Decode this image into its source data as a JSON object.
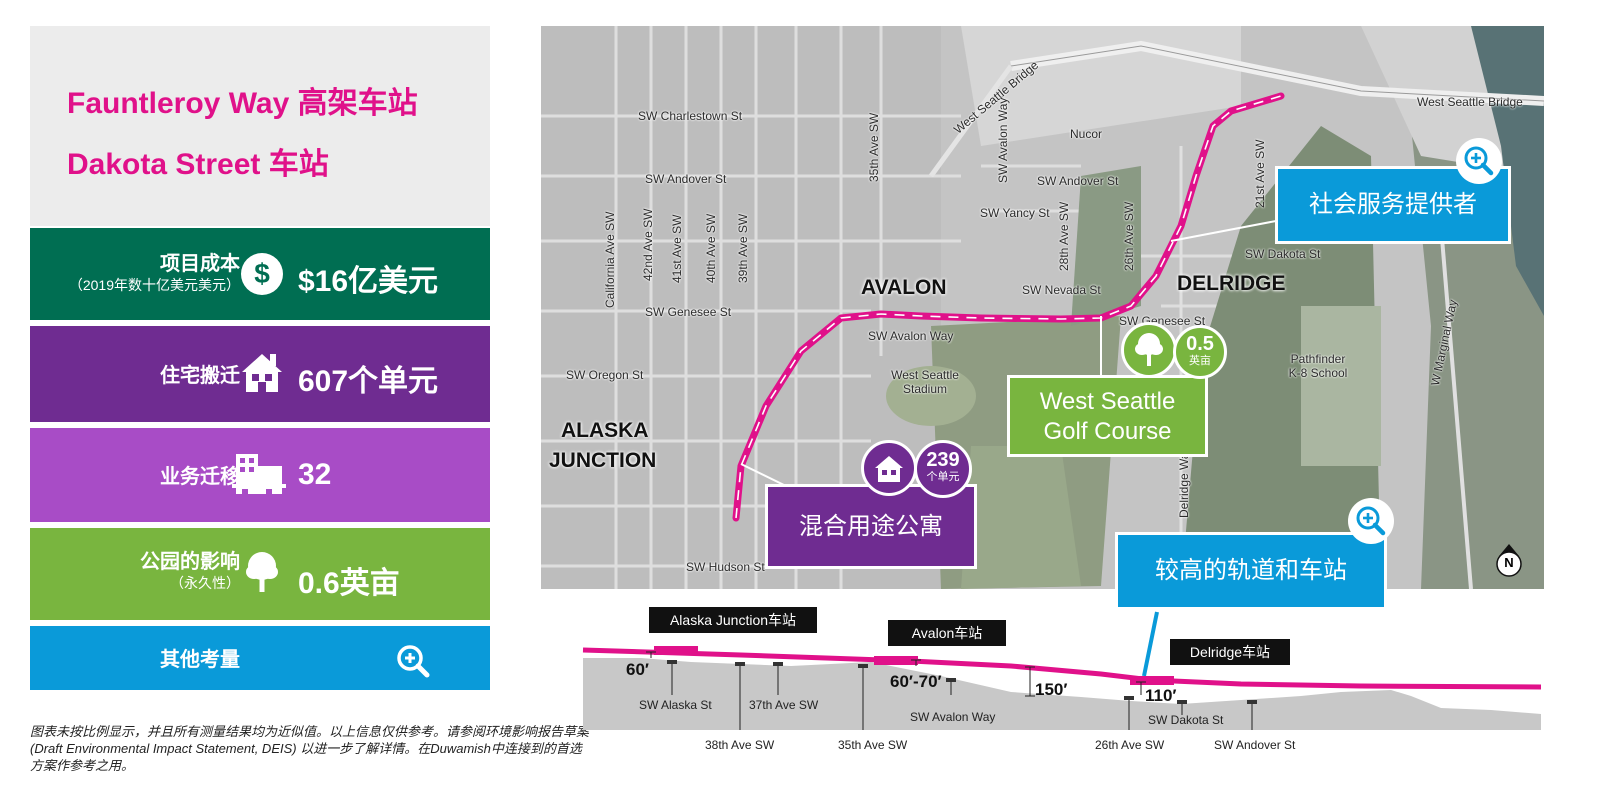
{
  "titles": {
    "line1": "Fauntleroy Way 高架车站",
    "line2": "Dakota Street 车站"
  },
  "stats": {
    "cost": {
      "label": "项目成本",
      "sublabel": "（2019年数十亿美元美元）",
      "value": "$16亿美元",
      "color": "#006e52",
      "icon": "dollar-icon"
    },
    "residential": {
      "label": "住宅搬迁",
      "value": "607个单元",
      "color": "#6f2c91",
      "icon": "house-icon"
    },
    "business": {
      "label": "业务迁移",
      "value": "32",
      "color": "#a84cc6",
      "icon": "building-icon"
    },
    "park": {
      "label": "公园的影响",
      "sublabel": "（永久性）",
      "value": "0.6英亩",
      "color": "#79b53f",
      "icon": "tree-icon"
    },
    "other": {
      "label": "其他考量",
      "color": "#0a9ad9",
      "icon": "zoom-in-icon"
    }
  },
  "footnote": "图表未按比例显示，并且所有测量结果均为近似值。以上信息仅供参考。请参阅环境影响报告草案 (Draft Environmental Impact Statement, DEIS) 以进一步了解详情。在Duwamish中连接到的首选方案作参考之用。",
  "map": {
    "neighborhoods": [
      "AVALON",
      "DELRIDGE",
      "ALASKA",
      "JUNCTION"
    ],
    "streets": [
      "SW Charlestown St",
      "SW Andover St",
      "SW Genesee St",
      "SW Oregon St",
      "SW Hudson St",
      "SW Avalon Way",
      "SW Yancy St",
      "SW Nevada St",
      "SW Genesee St",
      "SW Dakota St",
      "SW Andover St",
      "West Seattle Bridge",
      "West Seattle Bridge",
      "California Ave SW",
      "42nd Ave SW",
      "41st Ave SW",
      "40th Ave SW",
      "39th Ave SW",
      "35th Ave SW",
      "SW Avalon Way",
      "28th Ave SW",
      "26th Ave SW",
      "21st Ave SW",
      "W Marginal Way",
      "Delridge Way"
    ],
    "places": [
      "Nucor",
      "West Seattle Stadium",
      "Pathfinder K-8 School"
    ],
    "callouts": {
      "social": "社会服务提供者",
      "golf": "West Seattle Golf Course",
      "golf_line1": "West Seattle",
      "golf_line2": "Golf Course",
      "apartments": "混合用途公寓",
      "units_value": "239",
      "units_unit": "个单元",
      "acres_value": "0.5",
      "acres_unit": "英亩",
      "elevated": "较高的轨道和车站"
    },
    "north": "N",
    "colors": {
      "guideway": "#e0118a",
      "social": "#0a9ad9",
      "golf": "#79b53f",
      "apartments": "#6f2c91"
    }
  },
  "profile": {
    "stations": [
      "Alaska Junction车站",
      "Avalon车站",
      "Delridge车站"
    ],
    "heights": [
      "60′",
      "60′-70′",
      "150′",
      "110′"
    ],
    "cross_streets": [
      "SW Alaska St",
      "38th Ave SW",
      "37th Ave SW",
      "35th Ave SW",
      "SW Avalon Way",
      "26th Ave SW",
      "SW Dakota St",
      "SW Andover St"
    ]
  }
}
